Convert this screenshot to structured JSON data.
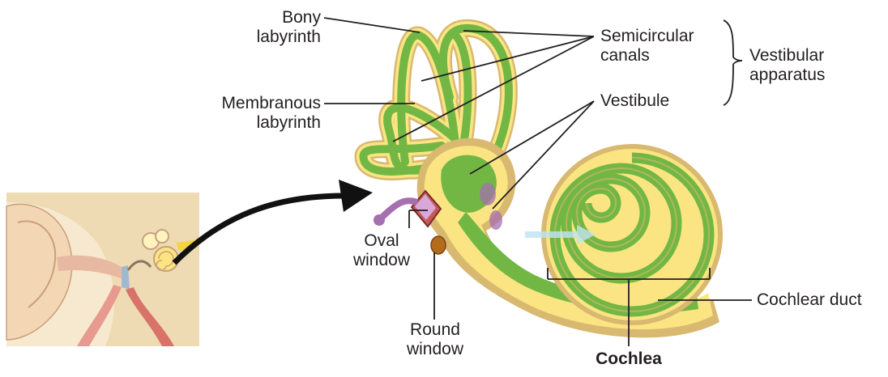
{
  "labels": {
    "bony_labyrinth": [
      "Bony",
      "labyrinth"
    ],
    "membranous_labyrinth": [
      "Membranous",
      "labyrinth"
    ],
    "semicircular_canals": [
      "Semicircular",
      "canals"
    ],
    "vestibular_apparatus": [
      "Vestibular",
      "apparatus"
    ],
    "vestibule": "Vestibule",
    "oval_window": [
      "Oval",
      "window"
    ],
    "round_window": [
      "Round",
      "window"
    ],
    "cochlear_duct": "Cochlear duct",
    "cochlea": "Cochlea"
  },
  "colors": {
    "bony_tan": "#d9b870",
    "perilymph_yellow": "#fbe583",
    "endolymph_green": "#72b744",
    "leader_line": "#231f20",
    "window_purple": "#a66fb0",
    "round_window_brown": "#b46b1a",
    "arrow": "#111111",
    "skin": "#f3d6b3",
    "canal_red": "#d9736a"
  }
}
